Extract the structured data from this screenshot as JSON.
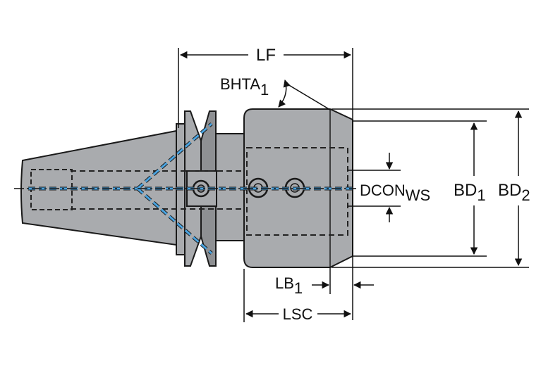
{
  "diagram": {
    "labels": {
      "lf": "LF",
      "bhta_main": "BHTA",
      "bhta_sub": "1",
      "dcon_main": "DCON",
      "dcon_sub": "WS",
      "bd1_main": "BD",
      "bd1_sub": "1",
      "bd2_main": "BD",
      "bd2_sub": "2",
      "lb1_main": "LB",
      "lb1_sub": "1",
      "lsc": "LSC"
    },
    "colors": {
      "body": "#a9abae",
      "body_dark": "#8e9093",
      "outline": "#1a1a1a",
      "coolant": "#4aa3df",
      "hidden_line": "#222222"
    }
  }
}
